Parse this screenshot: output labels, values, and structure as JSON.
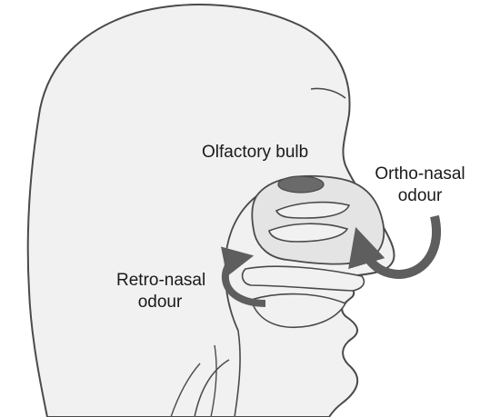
{
  "labels": {
    "olfactory_bulb": "Olfactory bulb",
    "ortho_nasal": [
      "Ortho-nasal",
      "odour"
    ],
    "retro_nasal": [
      "Retro-nasal",
      "odour"
    ]
  },
  "colors": {
    "head_fill": "#f1f1f1",
    "outline": "#4a4a4a",
    "cavity_fill": "#e4e4e4",
    "arrow": "#5e5e5e",
    "bulb": "#6a6a6a"
  },
  "icons": {
    "ortho_arrow": "curved-arrow-icon",
    "retro_arrow": "curved-arrow-icon"
  }
}
